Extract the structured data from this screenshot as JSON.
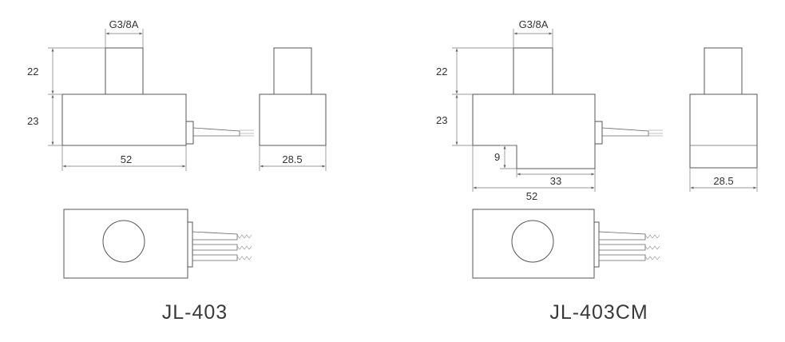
{
  "left": {
    "title": "JL-403",
    "thread": "G3/8A",
    "dim_top": "22",
    "dim_body": "23",
    "dim_width": "52",
    "dim_side": "28.5"
  },
  "right": {
    "title": "JL-403CM",
    "thread": "G3/8A",
    "dim_top": "22",
    "dim_body": "23",
    "dim_step": "9",
    "dim_inner": "33",
    "dim_width": "52",
    "dim_side": "28.5"
  }
}
